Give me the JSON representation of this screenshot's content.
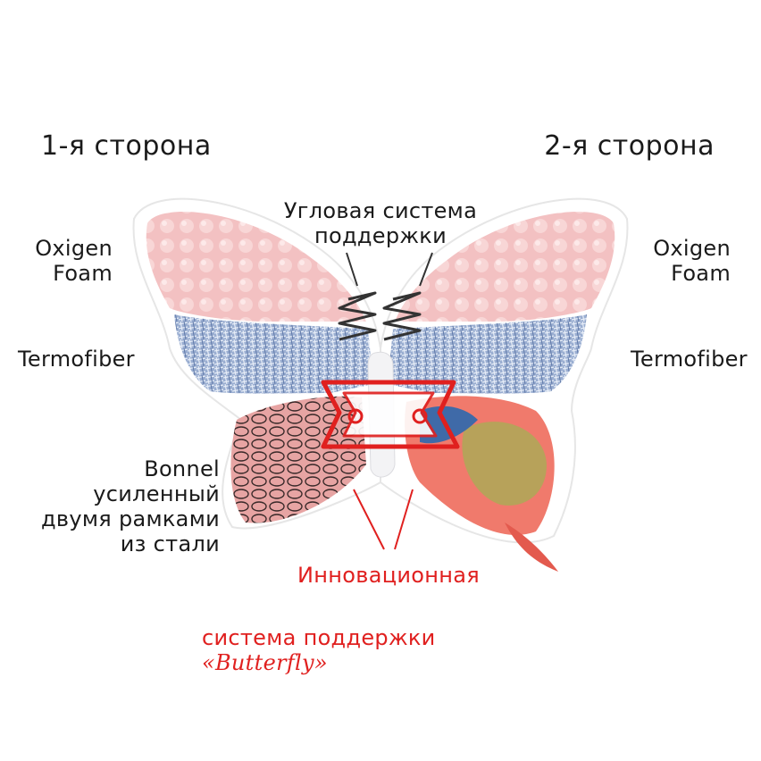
{
  "side_left": "1-я сторона",
  "side_right": "2-я сторона",
  "corner_system": "Угловая система\nподдержки",
  "left_labels": {
    "oxigen": "Oxigen\nFoam",
    "termofiber": "Termofiber",
    "bonnel": "Bonnel\nусиленный\nдвумя рамками\nиз стали"
  },
  "right_labels": {
    "oxigen": "Oxigen\nFoam",
    "termofiber": "Termofiber"
  },
  "innovation": {
    "line1": "Инновационная",
    "line2": "система поддержки",
    "brand": "«Butterfly»"
  },
  "colors": {
    "accent_red": "#e0201f",
    "foam_pink": "#f4c3c3",
    "fiber_blue": "#8ea3c9",
    "spring_pink": "#e9a8a6",
    "text": "#1a1a1a"
  },
  "icons": [
    "butterfly-mattress-illustration",
    "spring-zigzag-icon",
    "butterfly-bracket-icon"
  ]
}
